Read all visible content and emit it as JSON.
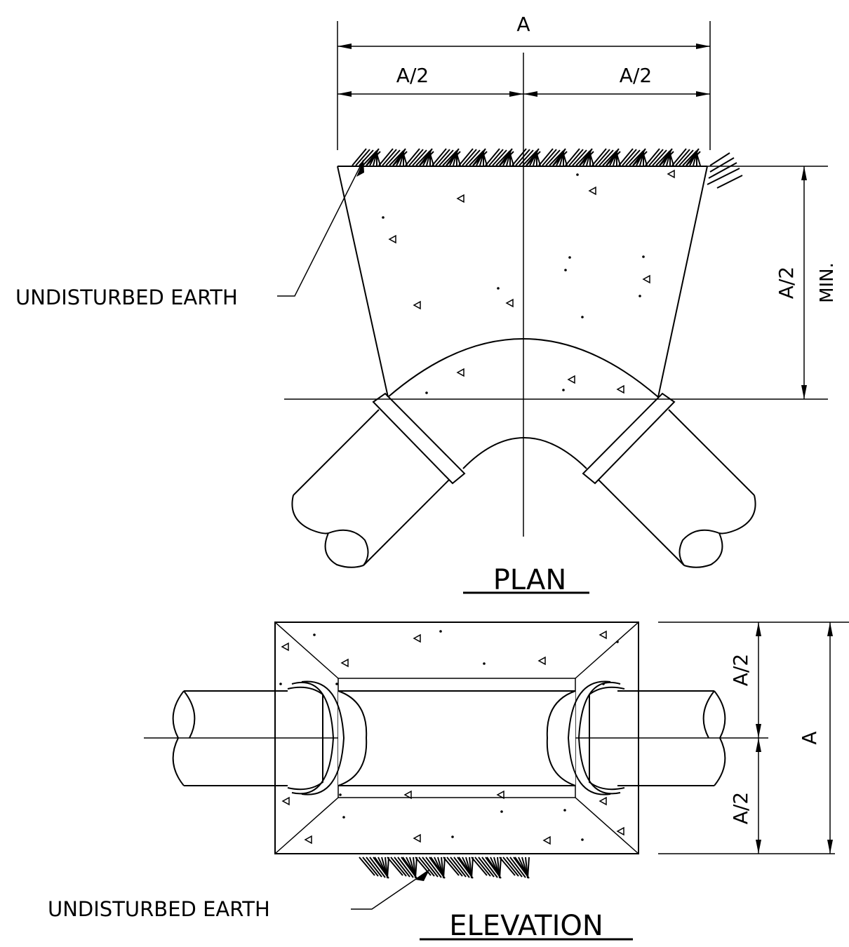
{
  "plan": {
    "title": "PLAN",
    "dim_top": "A",
    "dim_left_half": "A/2",
    "dim_right_half": "A/2",
    "dim_depth": "A/2",
    "dim_depth_note": "MIN.",
    "earth_label": "UNDISTURBED EARTH"
  },
  "elevation": {
    "title": "ELEVATION",
    "dim_upper_half": "A/2",
    "dim_lower_half": "A/2",
    "dim_total": "A",
    "earth_label": "UNDISTURBED EARTH"
  }
}
